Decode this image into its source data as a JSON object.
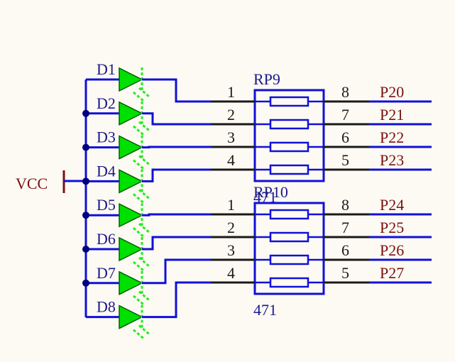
{
  "colors": {
    "wire": "#1010d8",
    "pin_lead": "#1a1a1a",
    "net_label": "#7a1010",
    "ref_text": "#1a1a8c",
    "led_fill": "#00e000",
    "led_stroke": "#006000",
    "led_arrow": "#22ee22",
    "junction": "#000080",
    "background": "#fdfaf3"
  },
  "power": {
    "label": "VCC"
  },
  "leds": [
    {
      "ref": "D1"
    },
    {
      "ref": "D2"
    },
    {
      "ref": "D3"
    },
    {
      "ref": "D4"
    },
    {
      "ref": "D5"
    },
    {
      "ref": "D6"
    },
    {
      "ref": "D7"
    },
    {
      "ref": "D8"
    }
  ],
  "resistor_packs": [
    {
      "ref": "RP9",
      "value": "471",
      "left_pins": [
        "1",
        "2",
        "3",
        "4"
      ],
      "right_pins": [
        "8",
        "7",
        "6",
        "5"
      ],
      "nets": [
        "P20",
        "P21",
        "P22",
        "P23"
      ]
    },
    {
      "ref": "RP10",
      "value": "471",
      "left_pins": [
        "1",
        "2",
        "3",
        "4"
      ],
      "right_pins": [
        "8",
        "7",
        "6",
        "5"
      ],
      "nets": [
        "P24",
        "P25",
        "P26",
        "P27"
      ]
    }
  ]
}
